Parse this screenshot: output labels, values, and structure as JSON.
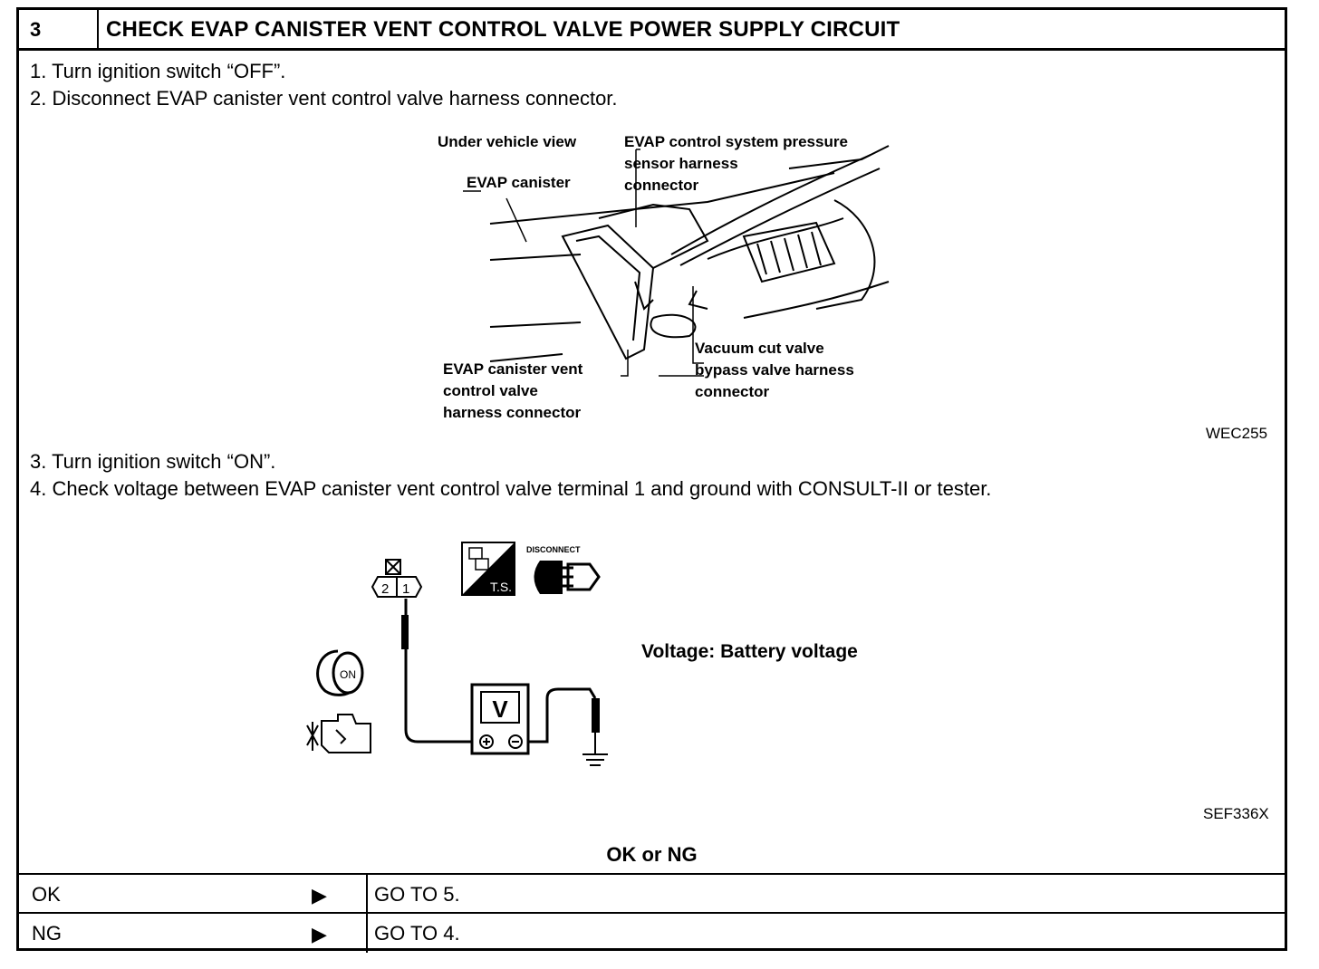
{
  "header": {
    "number": "3",
    "title": "CHECK EVAP CANISTER VENT CONTROL VALVE POWER SUPPLY CIRCUIT"
  },
  "steps": [
    "1.  Turn ignition switch “OFF”.",
    "2.  Disconnect EVAP canister vent control valve harness connector.",
    "3.  Turn ignition switch “ON”.",
    "4.  Check voltage between EVAP canister vent control valve terminal 1 and ground with CONSULT-II or tester."
  ],
  "figure1": {
    "labels": {
      "view": "Under vehicle view",
      "canister": "EVAP canister",
      "pressure_sensor": [
        "EVAP control system pressure",
        "sensor harness",
        "connector"
      ],
      "vacuum_cut": [
        "Vacuum cut valve",
        "bypass valve harness",
        "connector"
      ],
      "vent_valve": [
        "EVAP canister vent",
        "control valve",
        "harness connector"
      ]
    },
    "code": "WEC255"
  },
  "figure2": {
    "terminals": [
      "2",
      "1"
    ],
    "meter": "V",
    "ts": "T.S.",
    "disconnect": "DISCONNECT",
    "ignition": "ON",
    "spec": "Voltage: Battery voltage",
    "code": "SEF336X"
  },
  "result": {
    "question": "OK or NG",
    "rows": [
      {
        "key": "OK",
        "arrow": "▶",
        "value": "GO TO 5."
      },
      {
        "key": "NG",
        "arrow": "▶",
        "value": "GO TO 4."
      }
    ]
  }
}
